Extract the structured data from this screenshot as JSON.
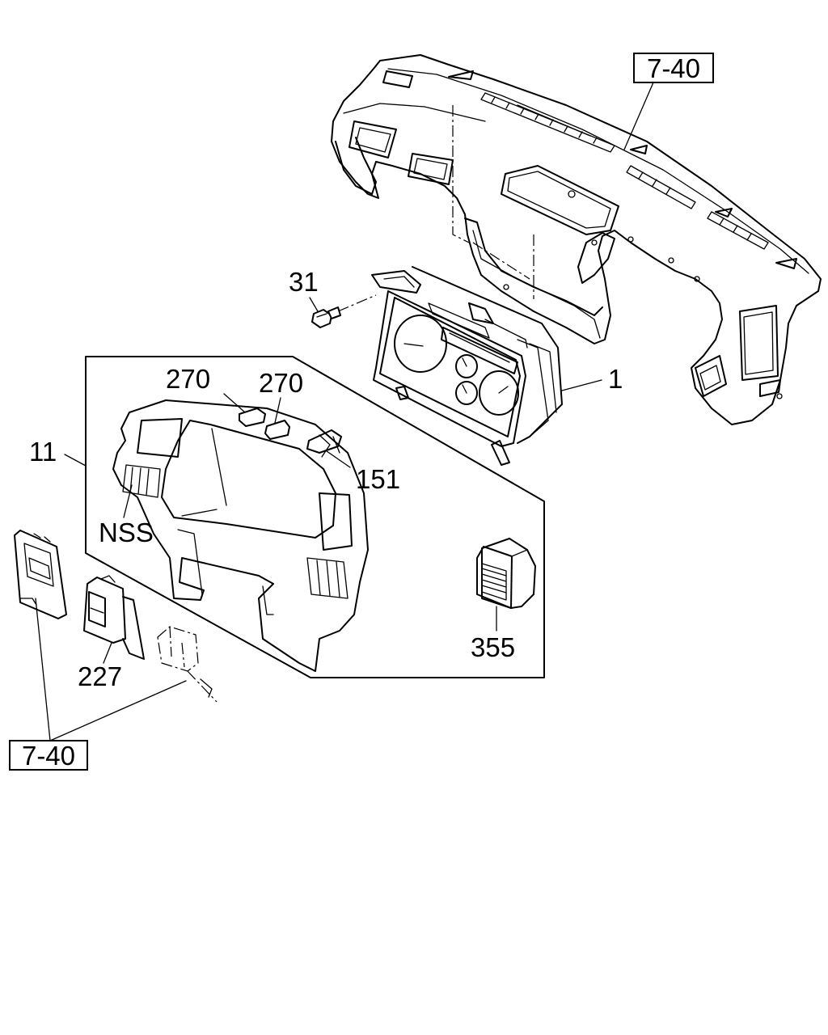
{
  "callouts": {
    "ref_top": "7-40",
    "ref_bottom": "7-40",
    "part_31": "31",
    "part_1": "1",
    "part_270_a": "270",
    "part_270_b": "270",
    "part_151": "151",
    "part_11": "11",
    "part_nss": "NSS",
    "part_355": "355",
    "part_227": "227"
  },
  "colors": {
    "ink": "#000000",
    "paper": "#ffffff"
  }
}
